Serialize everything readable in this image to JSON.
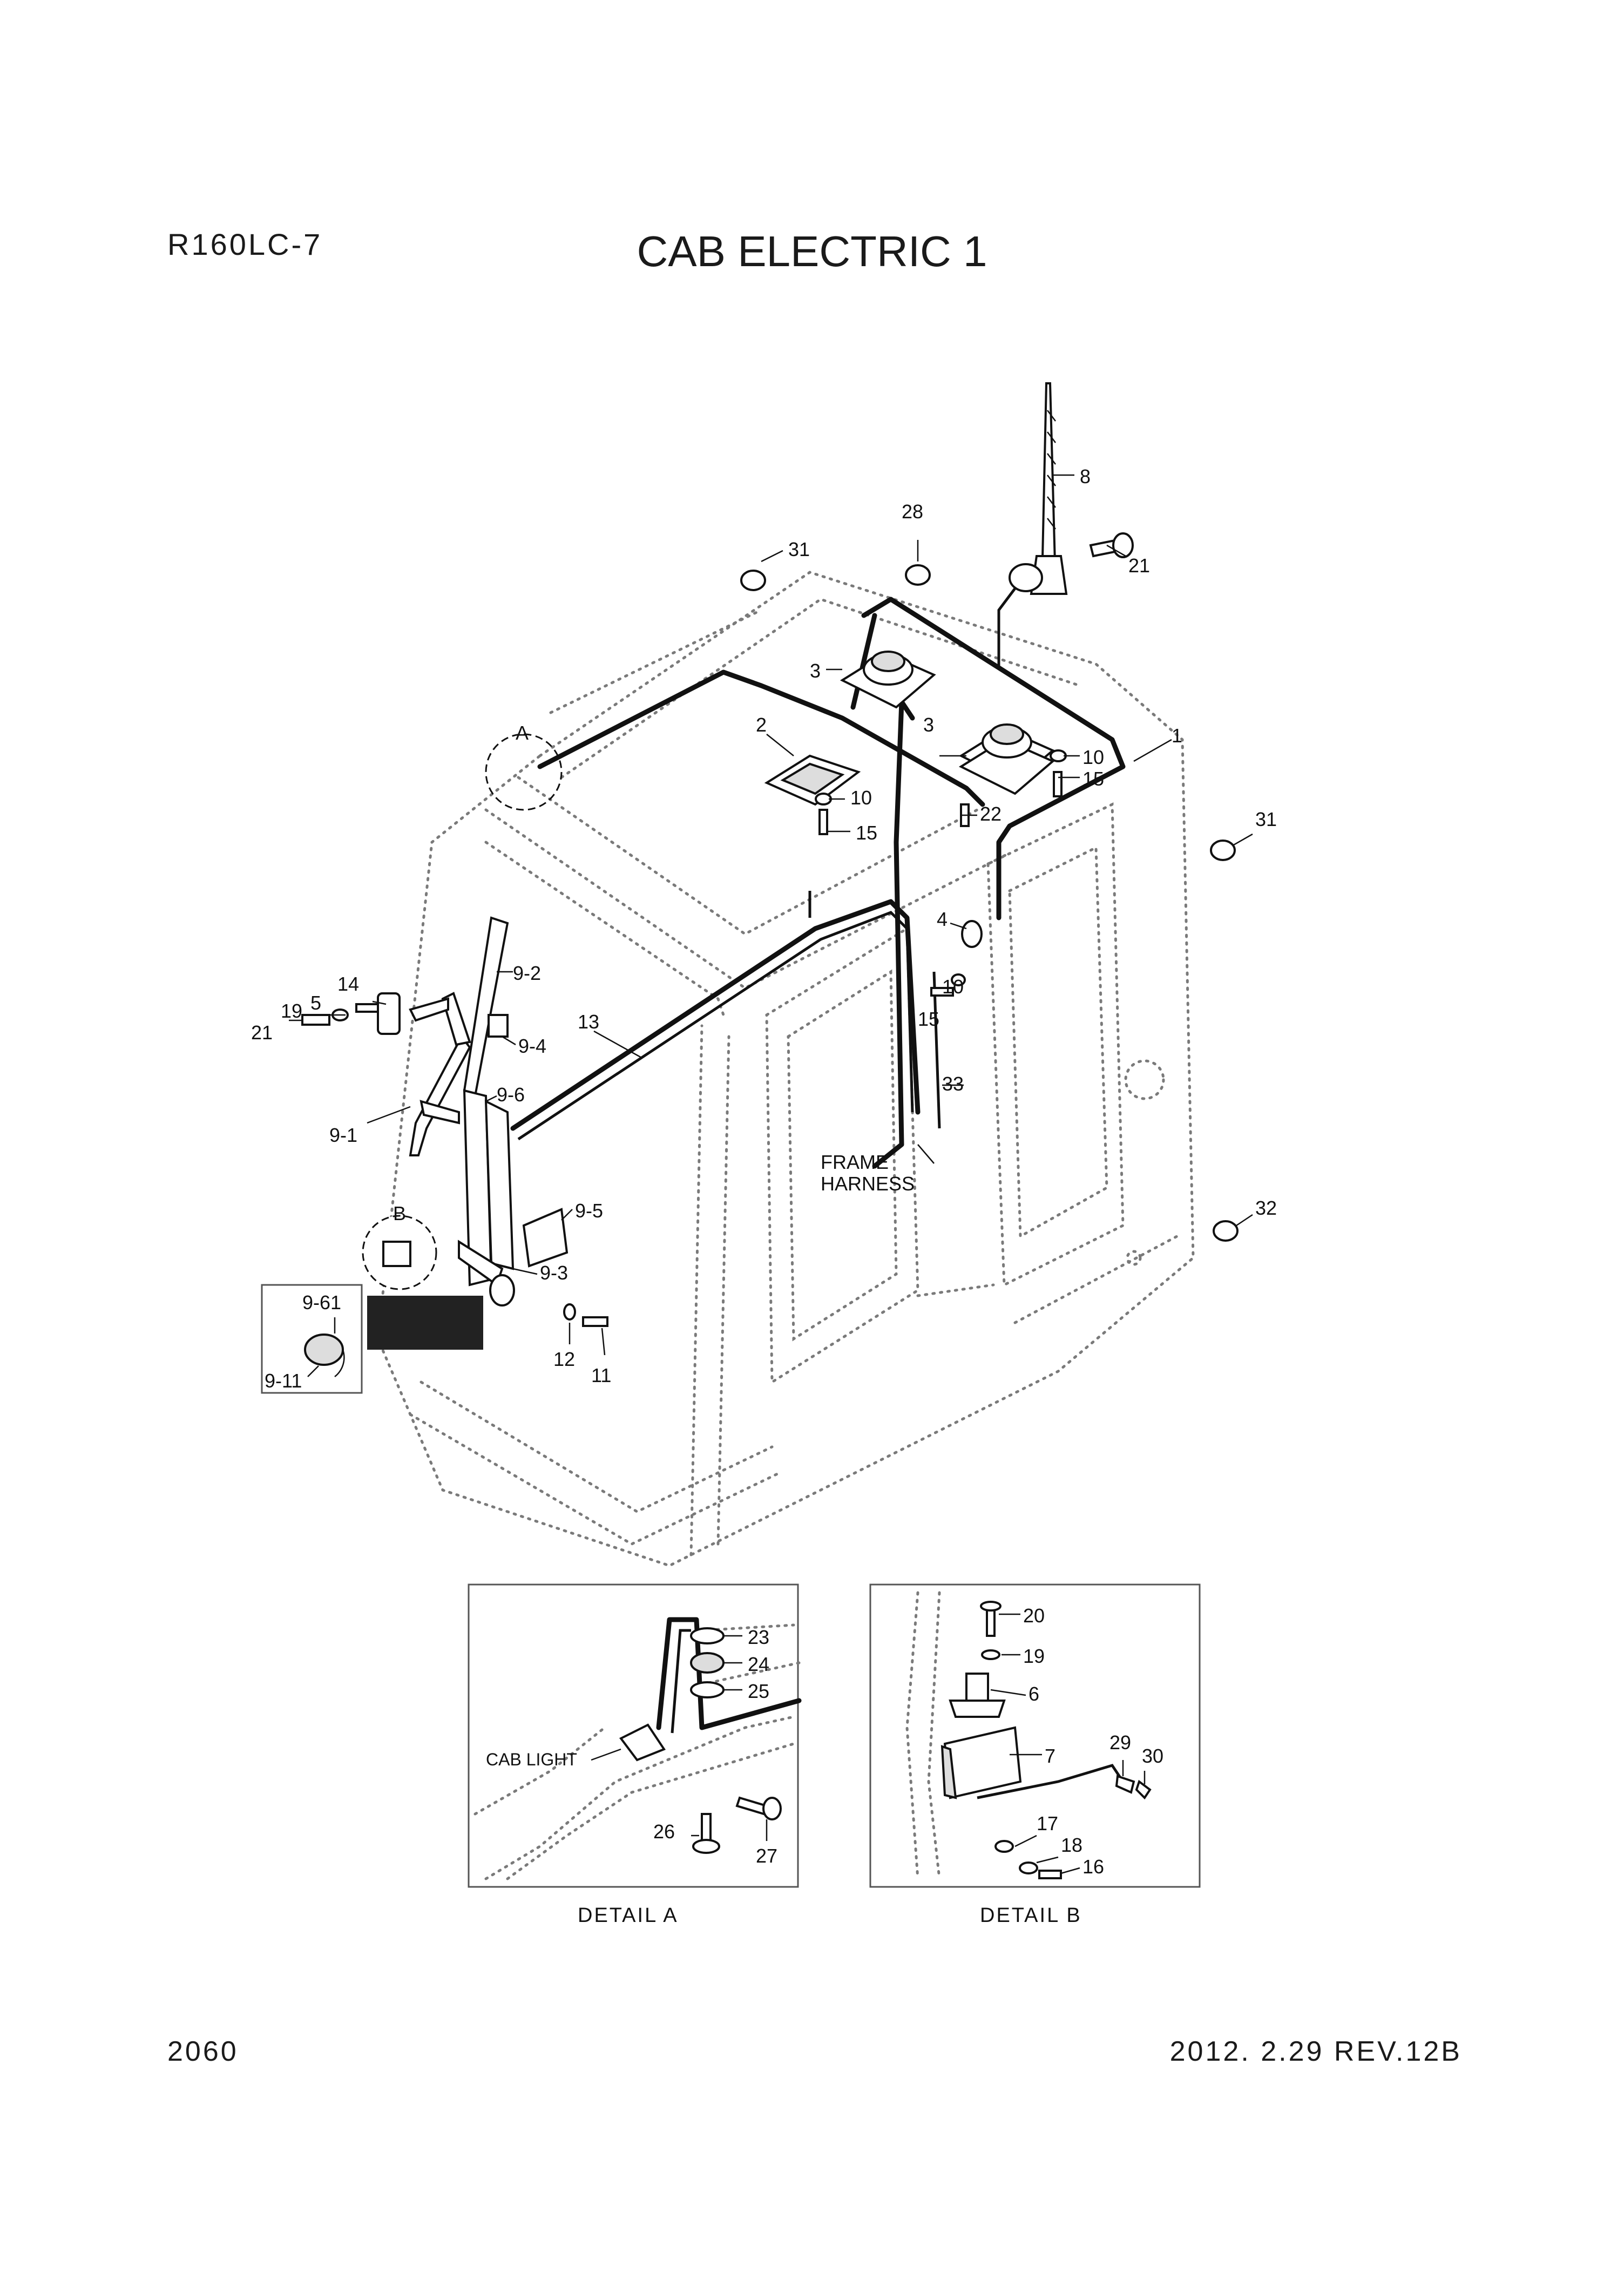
{
  "header": {
    "model": "R160LC-7",
    "title": "CAB ELECTRIC 1"
  },
  "footer": {
    "page_number": "2060",
    "revision": "2012. 2.29  REV.12B"
  },
  "labels": {
    "p1": "1",
    "p2": "2",
    "p3a": "3",
    "p3b": "3",
    "p4": "4",
    "p5": "5",
    "p8": "8",
    "p9_1": "9-1",
    "p9_2": "9-2",
    "p9_3": "9-3",
    "p9_4": "9-4",
    "p9_5": "9-5",
    "p9_6": "9-6",
    "p9_11": "9-11",
    "p9_61": "9-61",
    "p10a": "10",
    "p10b": "10",
    "p10c": "10",
    "p11": "11",
    "p12": "12",
    "p13": "13",
    "p14": "14",
    "p15a": "15",
    "p15b": "15",
    "p15c": "15",
    "p19": "19",
    "p21a": "21",
    "p21b": "21",
    "p22": "22",
    "p28": "28",
    "p31a": "31",
    "p31b": "31",
    "p32": "32",
    "p33": "33",
    "frame_harness": [
      "FRAME",
      "HARNESS"
    ],
    "callout_a": "A",
    "callout_b": "B"
  },
  "detail_a": {
    "caption": "DETAIL A",
    "cab_light": "CAB LIGHT",
    "labels": {
      "p23": "23",
      "p24": "24",
      "p25": "25",
      "p26": "26",
      "p27": "27"
    }
  },
  "detail_b": {
    "caption": "DETAIL B",
    "labels": {
      "p6": "6",
      "p7": "7",
      "p16": "16",
      "p17": "17",
      "p18": "18",
      "p19": "19",
      "p20": "20",
      "p29": "29",
      "p30": "30"
    }
  }
}
